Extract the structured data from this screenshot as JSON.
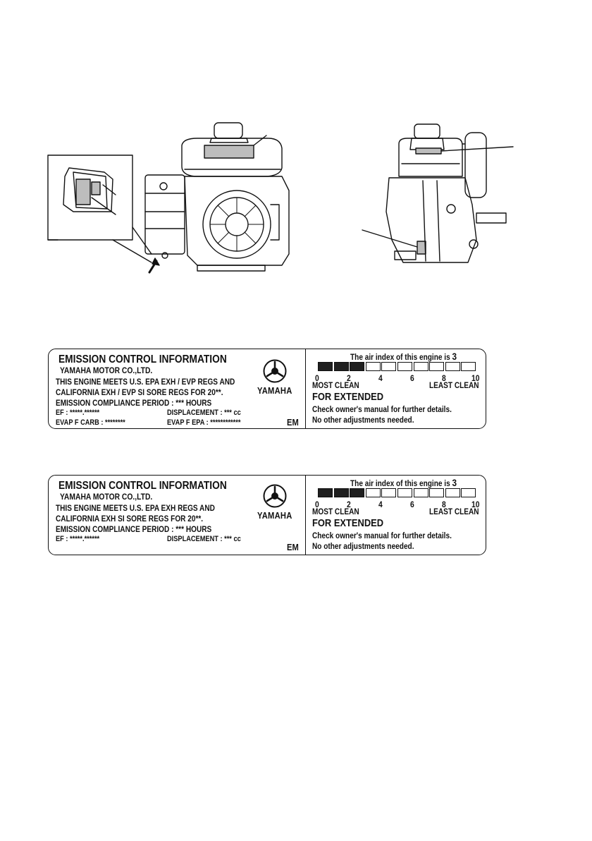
{
  "labels": [
    {
      "title": "EMISSION CONTROL INFORMATION",
      "manufacturer": "YAMAHA MOTOR CO.,LTD.",
      "line1": "THIS ENGINE MEETS U.S. EPA EXH / EVP REGS AND",
      "line2": "CALIFORNIA EXH / EVP SI SORE REGS FOR 20**.",
      "line3": "EMISSION COMPLIANCE PERIOD : ***  HOURS",
      "ef": "EF : *****.******",
      "displacement": "DISPLACEMENT : *** cc",
      "evap_carb": "EVAP F CARB : ********",
      "evap_epa": "EVAP F EPA : ************",
      "code": "EM",
      "brand": "YAMAHA",
      "air_index_text": "The air index of this engine is ",
      "air_index_value": "3",
      "scale_ticks": [
        "0",
        "2",
        "4",
        "6",
        "8",
        "10"
      ],
      "most_clean": "MOST CLEAN",
      "least_clean": "LEAST CLEAN",
      "extended": "FOR EXTENDED",
      "note1": "Check owner's manual for further details.",
      "note2": "No other adjustments needed."
    },
    {
      "title": "EMISSION CONTROL INFORMATION",
      "manufacturer": "YAMAHA MOTOR CO.,LTD.",
      "line1": "THIS ENGINE MEETS U.S. EPA EXH REGS AND",
      "line2": "CALIFORNIA EXH SI SORE REGS FOR 20**.",
      "line3": "EMISSION COMPLIANCE PERIOD : ***  HOURS",
      "ef": "EF : *****.******",
      "displacement": "DISPLACEMENT : *** cc",
      "code": "EM",
      "brand": "YAMAHA",
      "air_index_text": "The air index of this engine is ",
      "air_index_value": "3",
      "scale_ticks": [
        "0",
        "2",
        "4",
        "6",
        "8",
        "10"
      ],
      "most_clean": "MOST CLEAN",
      "least_clean": "LEAST CLEAN",
      "extended": "FOR EXTENDED",
      "note1": "Check owner's manual for further details.",
      "note2": "No other adjustments needed."
    }
  ],
  "air_index_scale": {
    "filled": 3,
    "total": 10
  },
  "icons": [
    "yamaha-tuning-fork-logo-icon",
    "callout-arrow-icon"
  ]
}
